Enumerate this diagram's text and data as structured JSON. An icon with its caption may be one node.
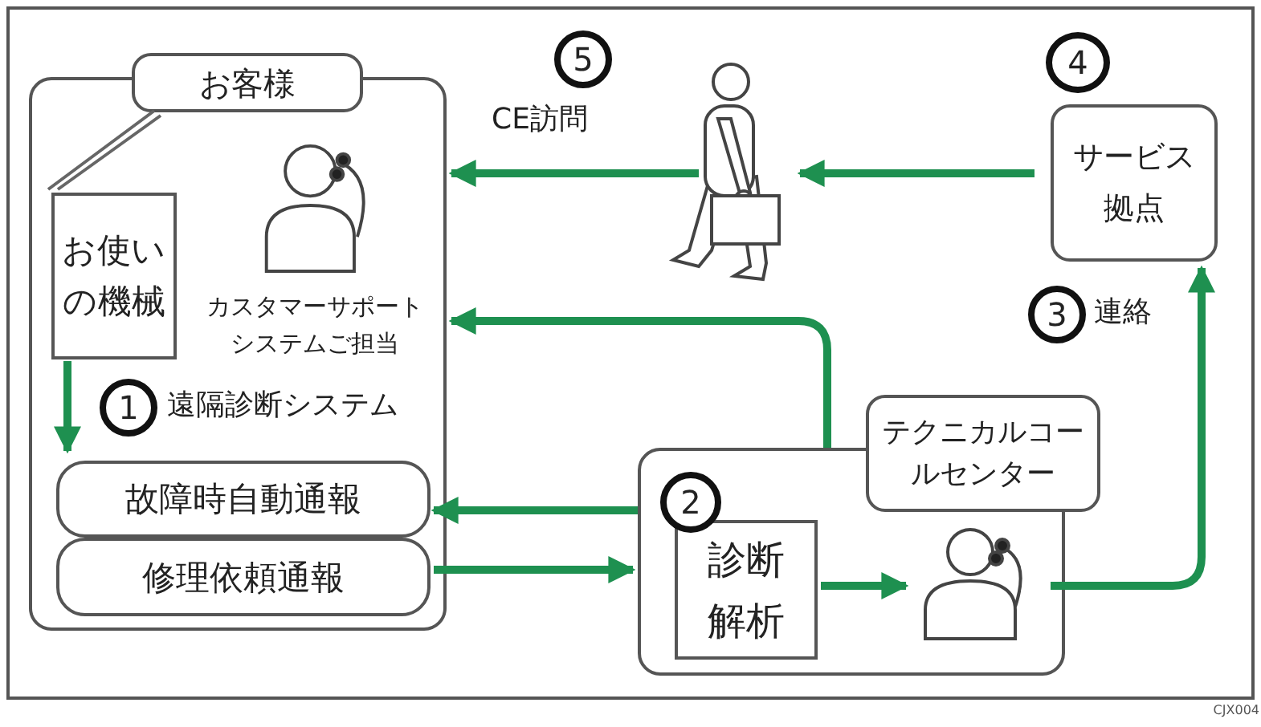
{
  "diagram": {
    "nodes": [
      {
        "text": [
          "お客様"
        ]
      },
      {
        "text": [
          "お使いの機械"
        ],
        "in": 0
      },
      {
        "text": [
          "カスタマーサポートシステムご担当"
        ],
        "in": 0
      },
      {
        "text": [
          "故障時自動通報"
        ],
        "in": 0
      },
      {
        "text": [
          "修理依頼通報"
        ],
        "in": 0
      },
      {
        "text": [
          "テクニカルコールセンター"
        ]
      },
      {
        "text": [
          "診断解析"
        ],
        "in": 5
      },
      {
        "text": [],
        "shape": "person",
        "in": 5
      },
      {
        "text": [
          "サービス拠点"
        ]
      },
      {
        "text": [],
        "shape": "person"
      }
    ],
    "edges": [
      {
        "from": 8,
        "to": 9,
        "arrow": "to"
      },
      {
        "from": 9,
        "to": 0,
        "arrow": "to"
      },
      {
        "from": 5,
        "to": 0,
        "arrow": "to"
      },
      {
        "from": 5,
        "to": 3,
        "arrow": "to"
      },
      {
        "from": 4,
        "to": 5,
        "arrow": "to"
      },
      {
        "from": 6,
        "to": 7,
        "arrow": "to"
      },
      {
        "from": 7,
        "to": 8,
        "arrow": "to"
      },
      {
        "from": 1,
        "to": 3,
        "arrow": "to"
      }
    ],
    "labels": [
      "5",
      "CE訪問",
      "4",
      "3",
      "連絡",
      "1",
      "遠隔診断システム",
      "2",
      "CJX004"
    ]
  }
}
